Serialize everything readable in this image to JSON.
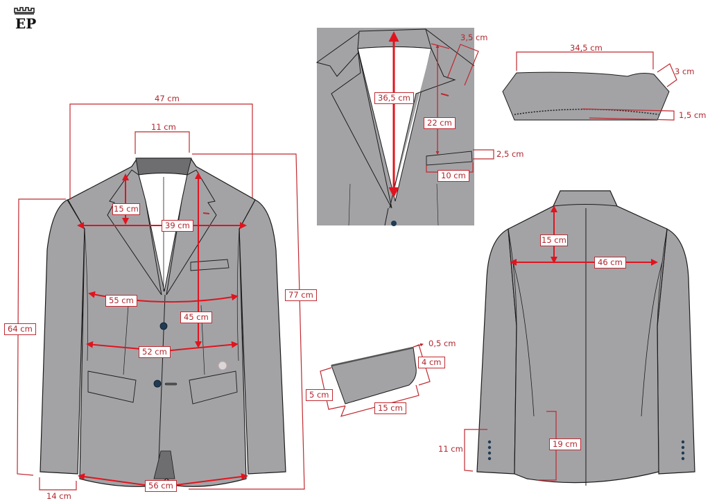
{
  "brand": {
    "logo_text": "EP",
    "logo_icon": "crown-monogram-icon"
  },
  "colors": {
    "garment": "#a3a3a6",
    "collar_dark": "#6e6e71",
    "outline": "#1a1a1a",
    "measure_line": "#c0282f",
    "measure_arrow": "#e0141e",
    "label_text": "#b0262e",
    "background": "#ffffff"
  },
  "front_view": {
    "shoulder_width": "47 cm",
    "neck_width": "11 cm",
    "lapel_height": "15 cm",
    "chest_across": "39 cm",
    "chest_width": "55 cm",
    "front_length_shoulder_to_waist": "45 cm",
    "waist_width": "52 cm",
    "total_length": "77 cm",
    "sleeve_length": "64 cm",
    "cuff_width": "14 cm",
    "hem_width": "56 cm"
  },
  "lapel_detail": {
    "lapel_length": "36,5 cm",
    "lapel_width": "3,5 cm",
    "shoulder_to_breast_pocket": "22 cm",
    "breast_pocket_height": "2,5 cm",
    "breast_pocket_width": "10 cm"
  },
  "collar_detail": {
    "collar_length": "34,5 cm",
    "collar_side": "3 cm",
    "collar_stitch_band": "1,5 cm"
  },
  "pocket_flap_detail": {
    "piping": "0,5 cm",
    "side_right": "4 cm",
    "side_left": "5 cm",
    "width": "15 cm"
  },
  "back_view": {
    "neck_to_back_across": "15 cm",
    "back_width": "46 cm",
    "vent_length": "19 cm",
    "sleeve_vent": "11 cm"
  }
}
